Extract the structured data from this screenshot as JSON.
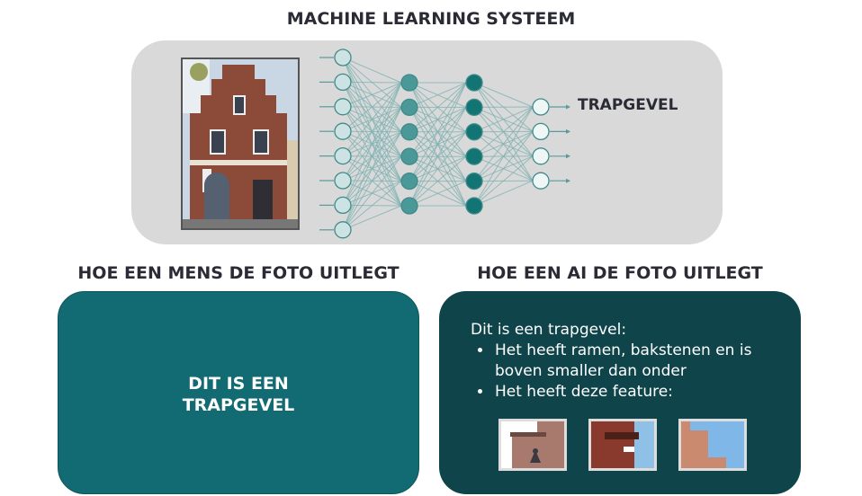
{
  "header": {
    "title": "MACHINE LEARNING SYSTEEM"
  },
  "network": {
    "output_label": "TRAPGEVEL",
    "colors": {
      "input": "#cde3e3",
      "hidden1": "#4a9898",
      "hidden2": "#137474",
      "output": "#eef6f6",
      "edge": "#7fb1b1"
    }
  },
  "human": {
    "title": "HOE EEN MENS DE FOTO UITLEGT",
    "line1": "DIT IS EEN",
    "line2": "TRAPGEVEL"
  },
  "ai": {
    "title": "HOE EEN AI DE FOTO UITLEGT",
    "intro": "Dit is een trapgevel:",
    "bullets": [
      "Het heeft ramen, bakstenen en is boven smaller dan onder",
      "Het heeft deze feature:"
    ]
  }
}
